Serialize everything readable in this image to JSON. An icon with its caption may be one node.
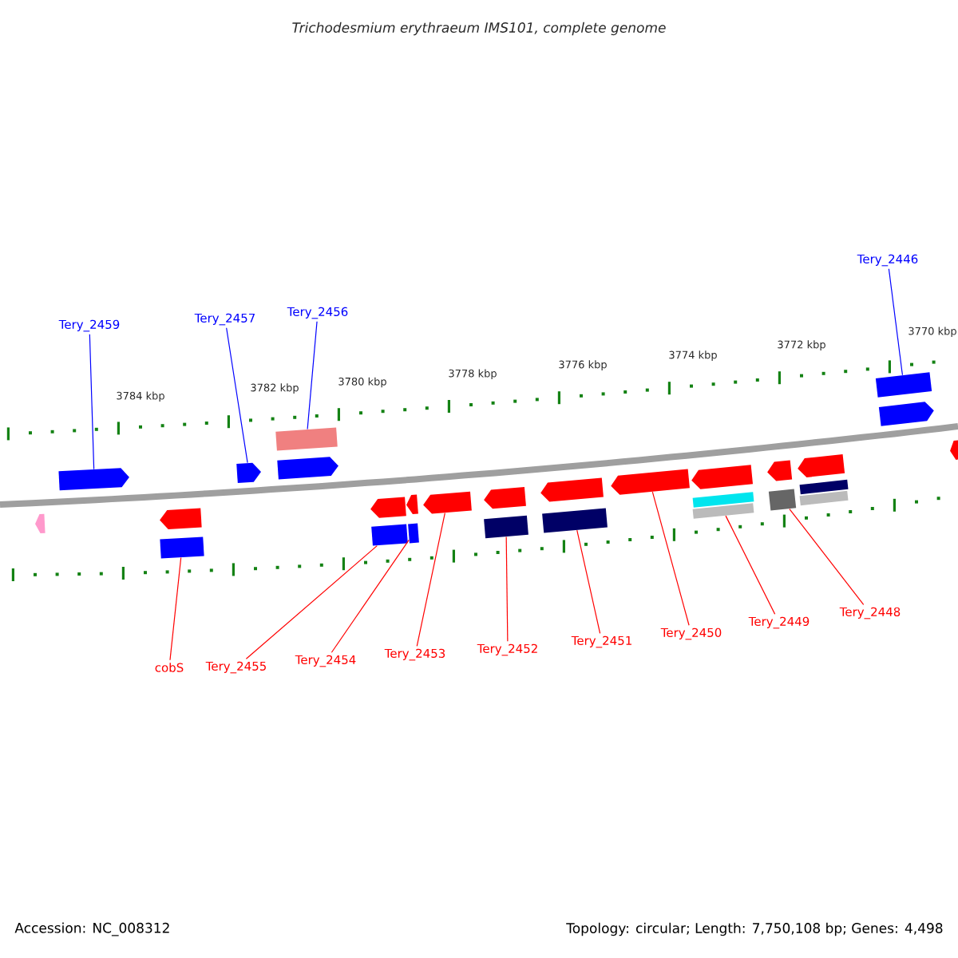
{
  "diagram": {
    "title": "Trichodesmium erythraeum IMS101, complete genome",
    "nodes": [
      {
        "text": [
          "Tery_2459"
        ]
      },
      {
        "text": [
          "Tery_2457"
        ]
      },
      {
        "text": [
          "Tery_2456"
        ]
      },
      {
        "text": [
          "Tery_2446"
        ]
      },
      {
        "text": [
          "cobS"
        ]
      },
      {
        "text": [
          "Tery_2455"
        ]
      },
      {
        "text": [
          "Tery_2454"
        ]
      },
      {
        "text": [
          "Tery_2453"
        ]
      },
      {
        "text": [
          "Tery_2452"
        ]
      },
      {
        "text": [
          "Tery_2451"
        ]
      },
      {
        "text": [
          "Tery_2450"
        ]
      },
      {
        "text": [
          "Tery_2449"
        ]
      },
      {
        "text": [
          "Tery_2448"
        ]
      },
      {
        "text": [],
        "shape": "pentagon"
      },
      {
        "text": [],
        "shape": "pentagon"
      },
      {
        "text": [],
        "shape": "pentagon"
      },
      {
        "text": [],
        "shape": "box"
      },
      {
        "text": [],
        "shape": "pentagon"
      },
      {
        "text": [],
        "shape": "box"
      },
      {
        "text": [],
        "shape": "pentagon"
      },
      {
        "text": [],
        "shape": "pentagon"
      },
      {
        "text": [],
        "shape": "box"
      },
      {
        "text": [],
        "shape": "pentagon"
      },
      {
        "text": [],
        "shape": "box"
      },
      {
        "text": [],
        "shape": "pentagon"
      },
      {
        "text": [],
        "shape": "pentagon"
      },
      {
        "text": [],
        "shape": "box"
      },
      {
        "text": [],
        "shape": "pentagon"
      },
      {
        "text": [],
        "shape": "box"
      },
      {
        "text": [],
        "shape": "pentagon"
      },
      {
        "text": [],
        "shape": "pentagon"
      },
      {
        "text": [],
        "shape": "box"
      },
      {
        "text": [],
        "shape": "box"
      },
      {
        "text": [],
        "shape": "pentagon"
      },
      {
        "text": [],
        "shape": "box"
      },
      {
        "text": [],
        "shape": "pentagon"
      },
      {
        "text": [],
        "shape": "box"
      },
      {
        "text": [],
        "shape": "box"
      },
      {
        "text": [],
        "shape": "box"
      },
      {
        "text": [],
        "shape": "pentagon"
      },
      {
        "text": [],
        "shape": "pentagon"
      }
    ],
    "edges": [
      {
        "from": 0,
        "to": 14,
        "arrow": "none",
        "color": "#0000ff"
      },
      {
        "from": 1,
        "to": 17,
        "arrow": "none",
        "color": "#0000ff"
      },
      {
        "from": 2,
        "to": 18,
        "arrow": "none",
        "color": "#0000ff"
      },
      {
        "from": 3,
        "to": 38,
        "arrow": "none",
        "color": "#0000ff"
      },
      {
        "from": 4,
        "to": 16,
        "arrow": "none"
      },
      {
        "from": 5,
        "to": 21,
        "arrow": "none"
      },
      {
        "from": 6,
        "to": 23,
        "arrow": "none"
      },
      {
        "from": 7,
        "to": 24,
        "arrow": "none"
      },
      {
        "from": 8,
        "to": 26,
        "arrow": "none"
      },
      {
        "from": 9,
        "to": 28,
        "arrow": "none"
      },
      {
        "from": 10,
        "to": 29,
        "arrow": "none"
      },
      {
        "from": 11,
        "to": 32,
        "arrow": "none"
      },
      {
        "from": 12,
        "to": 34,
        "arrow": "none"
      }
    ],
    "labels": [
      "3784 kbp",
      "3782 kbp",
      "3780 kbp",
      "3778 kbp",
      "3776 kbp",
      "3774 kbp",
      "3772 kbp",
      "3770 kbp",
      "Accession: NC_008312",
      "Topology: circular; Length: 7,750,108 bp; Genes: 4,498"
    ]
  }
}
